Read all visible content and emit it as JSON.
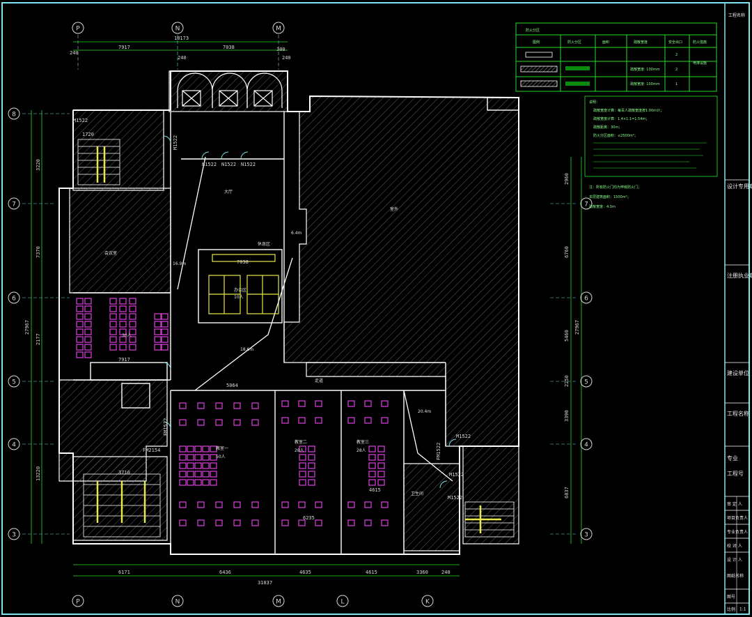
{
  "axes": {
    "top": [
      "P",
      "N",
      "M"
    ],
    "bottom": [
      "P",
      "N",
      "M",
      "L",
      "K"
    ],
    "left": [
      "8",
      "7",
      "6",
      "5",
      "4",
      "3"
    ],
    "right": [
      "7",
      "6",
      "5",
      "4",
      "3"
    ]
  },
  "dims": {
    "top_total": "18173",
    "top_segments": [
      "7917",
      "7038"
    ],
    "top_small": [
      "240",
      "240",
      "300",
      "240"
    ],
    "bottom_total": "31837",
    "bottom_segments": [
      "6171",
      "6436",
      "4635",
      "4615",
      "3360",
      "240"
    ],
    "left_total": "27967",
    "left_segments": [
      "3220",
      "7370",
      "2177",
      "13220"
    ],
    "right_total": "27967",
    "right_segments": [
      "2960",
      "6760",
      "5460",
      "2250",
      "3390",
      "6837"
    ],
    "interior": [
      "7917",
      "7038",
      "5064",
      "6235",
      "4615",
      "1720",
      "3710"
    ]
  },
  "doors": [
    "N1522",
    "N1522",
    "N1522",
    "M1522",
    "FM1522",
    "FM2154",
    "M1522",
    "M1522",
    "M1522",
    "FM1522",
    "M1522"
  ],
  "distances": [
    "16.9m",
    "18.6m",
    "20.4m",
    "6.4m"
  ],
  "rooms": [
    {
      "label": "大厅"
    },
    {
      "label": "办公区"
    },
    {
      "label": "10人"
    },
    {
      "label": "会议室"
    },
    {
      "label": "30人"
    },
    {
      "label": "教室一"
    },
    {
      "label": "50人"
    },
    {
      "label": "教室二"
    },
    {
      "label": "28人"
    },
    {
      "label": "教室三"
    },
    {
      "label": "28人"
    },
    {
      "label": "走道"
    },
    {
      "label": "室外"
    },
    {
      "label": "休息区"
    },
    {
      "label": "卫生间"
    }
  ],
  "legend": {
    "title": "防火分区",
    "headers": [
      "图例",
      "防火分区",
      "面积",
      "疏散宽度",
      "安全出口",
      "防火措施"
    ],
    "rows": [
      {
        "area": "",
        "width": "",
        "exits": "2",
        "measure": ""
      },
      {
        "area": "",
        "width": "疏散宽度: 130mm",
        "exits": "2",
        "measure": "喷淋设施"
      },
      {
        "area": "",
        "width": "疏散宽度: 100mm",
        "exits": "1",
        "measure": ""
      }
    ]
  },
  "notes": {
    "title": "说明：",
    "lines": [
      "疏散宽度计算：每百人疏散宽度按1.00m计；",
      "疏散宽度计算：1.4×1.1=1.54m；",
      "疏散距离：30m；",
      "防火分区面积：≤2500m²；"
    ],
    "footer": [
      "注：所有防火门均为甲级防火门；",
      "本层建筑面积：1500m²；",
      "疏散宽度：4.0m"
    ]
  },
  "title_block": {
    "project_label": "工程名称",
    "stamp_labels": [
      "设计专用章",
      "注册执业章",
      "建设单位",
      "工程名称",
      "专业",
      "工程号"
    ],
    "signatures": [
      "审 定 人",
      "项目负责人",
      "专业负责人",
      "校 对 人",
      "设 计 人"
    ],
    "drawing_name": "图纸名称",
    "drawing_no": "图号",
    "scale": "比例",
    "scale_value": "1:1"
  },
  "colors": {
    "frame": "#7fe5f0",
    "wall": "#ffffff",
    "dim": "#25e025",
    "hatch": "#8a8a8a",
    "furniture": "#e040e0",
    "office": "#e8e84a",
    "note_border": "#25e025"
  }
}
